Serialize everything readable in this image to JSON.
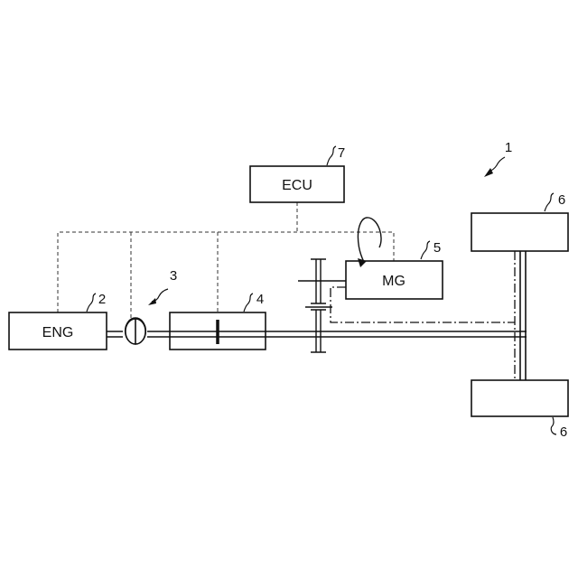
{
  "blocks": {
    "ecu": "ECU",
    "engine": "ENG",
    "motor_generator": "MG"
  },
  "refs": {
    "system": "1",
    "engine": "2",
    "clutch": "3",
    "transmission": "4",
    "motor_generator": "5",
    "wheel_top": "6",
    "wheel_bottom": "6",
    "ecu": "7"
  },
  "colors": {
    "line": "#111111",
    "background": "#ffffff"
  }
}
